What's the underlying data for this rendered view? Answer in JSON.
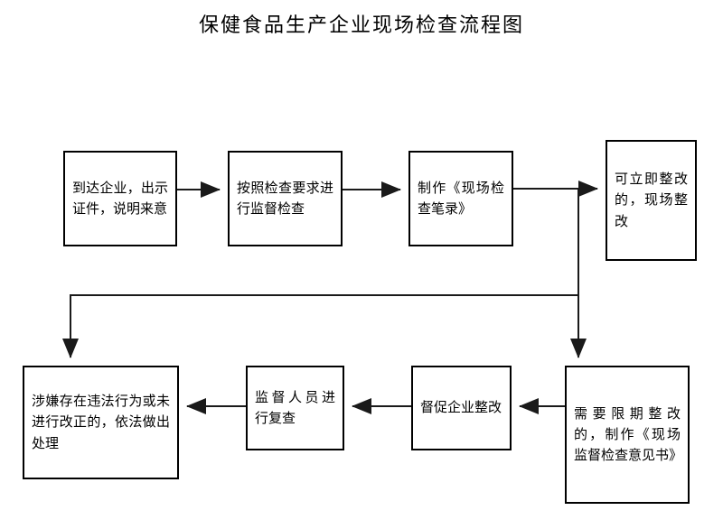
{
  "title": "保健食品生产企业现场检查流程图",
  "nodes": {
    "arrive": "到达企业，出示证件，说明来意",
    "inspect": "按照检查要求进行监督检查",
    "record": "制作《现场检查笔录》",
    "onsite_fix": "可立即整改的，现场整改",
    "illegal": "涉嫌存在违法行为或未进行改正的，依法做出处理",
    "recheck": "监督人员进行复查",
    "urge": "督促企业整改",
    "deadline": "需要限期整改的，制作《现场监督检查意见书》"
  },
  "colors": {
    "stroke": "#1a1a1a",
    "background": "#ffffff",
    "text": "#000000"
  },
  "connectors": [
    {
      "name": "arrive-to-inspect",
      "from": "arrive",
      "to": "inspect"
    },
    {
      "name": "inspect-to-record",
      "from": "inspect",
      "to": "record"
    },
    {
      "name": "record-to-onsite-fix",
      "from": "record",
      "to": "onsite_fix"
    },
    {
      "name": "record-branch-to-deadline",
      "from": "record",
      "to": "deadline"
    },
    {
      "name": "record-branch-to-illegal",
      "from": "record",
      "to": "illegal"
    },
    {
      "name": "deadline-to-urge",
      "from": "deadline",
      "to": "urge"
    },
    {
      "name": "urge-to-recheck",
      "from": "urge",
      "to": "recheck"
    },
    {
      "name": "recheck-to-illegal",
      "from": "recheck",
      "to": "illegal"
    }
  ]
}
